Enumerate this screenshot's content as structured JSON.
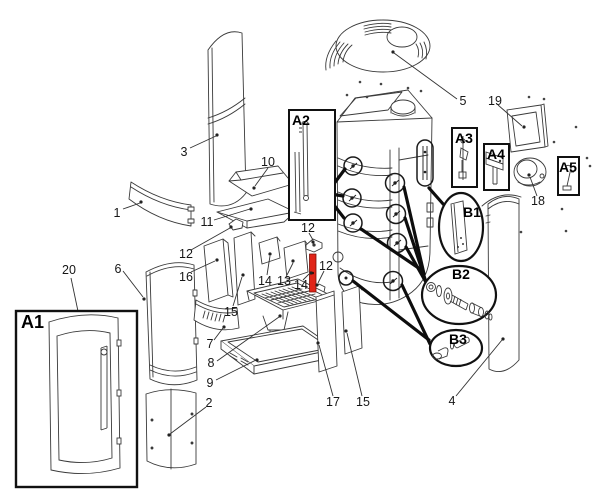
{
  "diagram": {
    "kind": "exploded parts diagram",
    "subject": "cylindrical stove assembly",
    "background_color": "#ffffff",
    "line_color": "#3a3a3a",
    "outline_color": "#111111",
    "highlight_color": "#e02418",
    "highlighted_part_number": "14",
    "part_numbers": [
      "1",
      "2",
      "3",
      "4",
      "5",
      "6",
      "7",
      "8",
      "9",
      "10",
      "11",
      "12",
      "12",
      "12",
      "13",
      "14",
      "14",
      "15",
      "15",
      "16",
      "17",
      "18",
      "19",
      "20"
    ],
    "assembly_groups": [
      "A1",
      "A2",
      "A3",
      "A4",
      "A5",
      "B1",
      "B2",
      "B3"
    ]
  }
}
